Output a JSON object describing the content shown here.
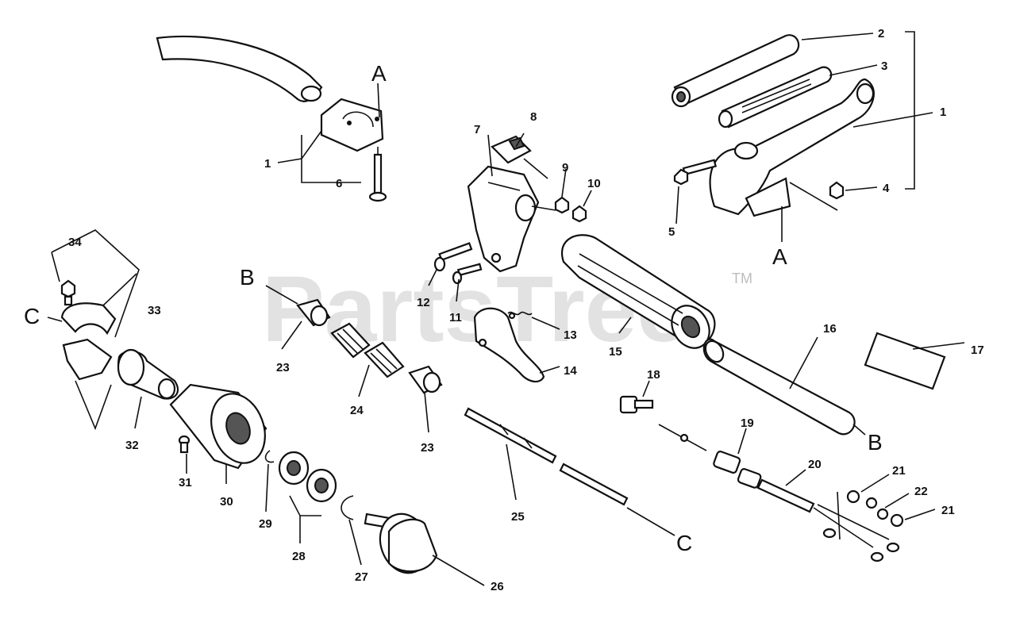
{
  "watermark": {
    "text": "PartsTree",
    "trademark": "TM"
  },
  "section_letters": {
    "a_top": "A",
    "a_right": "A",
    "b_left": "B",
    "b_right": "B",
    "c_left": "C",
    "c_bottom": "C"
  },
  "callouts": {
    "n1_left": "1",
    "n1_right": "1",
    "n2": "2",
    "n3": "3",
    "n4": "4",
    "n5": "5",
    "n6": "6",
    "n7": "7",
    "n8": "8",
    "n9": "9",
    "n10": "10",
    "n11": "11",
    "n12": "12",
    "n13": "13",
    "n14": "14",
    "n15": "15",
    "n16": "16",
    "n17": "17",
    "n18": "18",
    "n19": "19",
    "n20": "20",
    "n21_top": "21",
    "n21_bottom": "21",
    "n22": "22",
    "n23_left": "23",
    "n23_right": "23",
    "n24": "24",
    "n25": "25",
    "n26": "26",
    "n27": "27",
    "n28": "28",
    "n29": "29",
    "n30": "30",
    "n31": "31",
    "n32": "32",
    "n33": "33",
    "n34": "34"
  }
}
